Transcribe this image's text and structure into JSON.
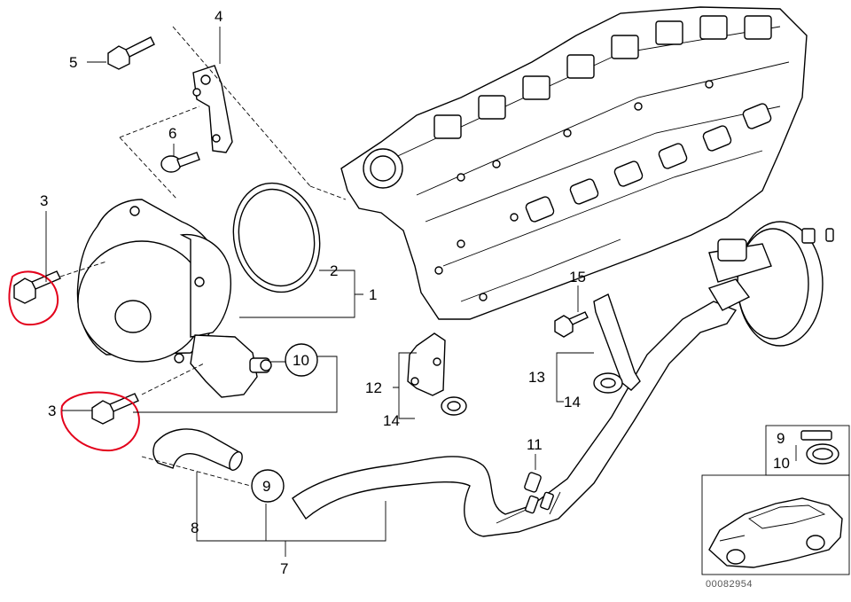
{
  "callouts": {
    "c1": "1",
    "c2": "2",
    "c3a": "3",
    "c3b": "3",
    "c4": "4",
    "c5": "5",
    "c6": "6",
    "c7": "7",
    "c8": "8",
    "c9a": "9",
    "c9b": "9",
    "c10a": "10",
    "c10b": "10",
    "c11": "11",
    "c12": "12",
    "c13": "13",
    "c14a": "14",
    "c14b": "14",
    "c15": "15"
  },
  "reference_number": "00082954",
  "highlight_color": "#e3001b",
  "line_color": "#000000"
}
